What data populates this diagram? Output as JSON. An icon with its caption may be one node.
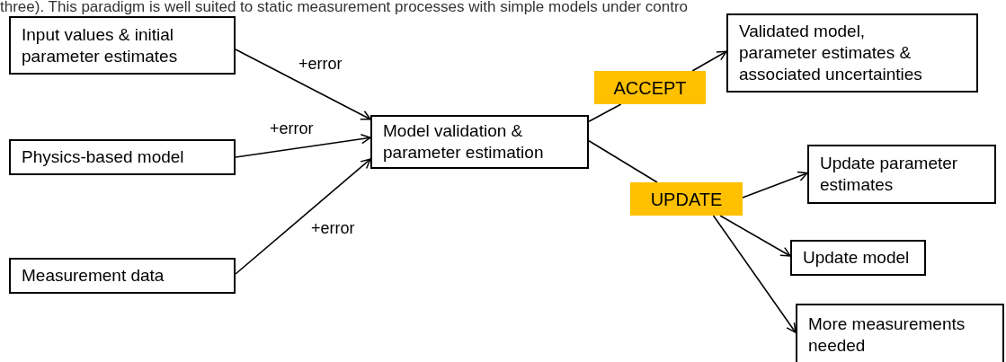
{
  "diagram": {
    "nodes": [
      {
        "text": [
          "Input values & initial parameter estimates"
        ]
      },
      {
        "text": [
          "Physics-based model"
        ]
      },
      {
        "text": [
          "Measurement data"
        ]
      },
      {
        "text": [
          "Model validation & parameter estimation"
        ]
      },
      {
        "text": [
          "ACCEPT"
        ]
      },
      {
        "text": [
          "Validated model, parameter estimates & associated uncertainties"
        ]
      },
      {
        "text": [
          "UPDATE"
        ]
      },
      {
        "text": [
          "Update parameter estimates"
        ]
      },
      {
        "text": [
          "Update model"
        ]
      },
      {
        "text": [
          "More measurements needed"
        ]
      }
    ],
    "edges": [
      {
        "from": 0,
        "to": 3,
        "arrow": "to",
        "label": "+error"
      },
      {
        "from": 1,
        "to": 3,
        "arrow": "to",
        "label": "+error"
      },
      {
        "from": 2,
        "to": 3,
        "arrow": "to",
        "label": "+error"
      },
      {
        "from": 3,
        "to": 4,
        "arrow": "none"
      },
      {
        "from": 4,
        "to": 5,
        "arrow": "to"
      },
      {
        "from": 3,
        "to": 6,
        "arrow": "none"
      },
      {
        "from": 6,
        "to": 7,
        "arrow": "to"
      },
      {
        "from": 6,
        "to": 8,
        "arrow": "to"
      },
      {
        "from": 6,
        "to": 9,
        "arrow": "to"
      }
    ],
    "labels": [
      "three). This paradigm is well suited to static measurement processes with simple models under contro"
    ]
  }
}
